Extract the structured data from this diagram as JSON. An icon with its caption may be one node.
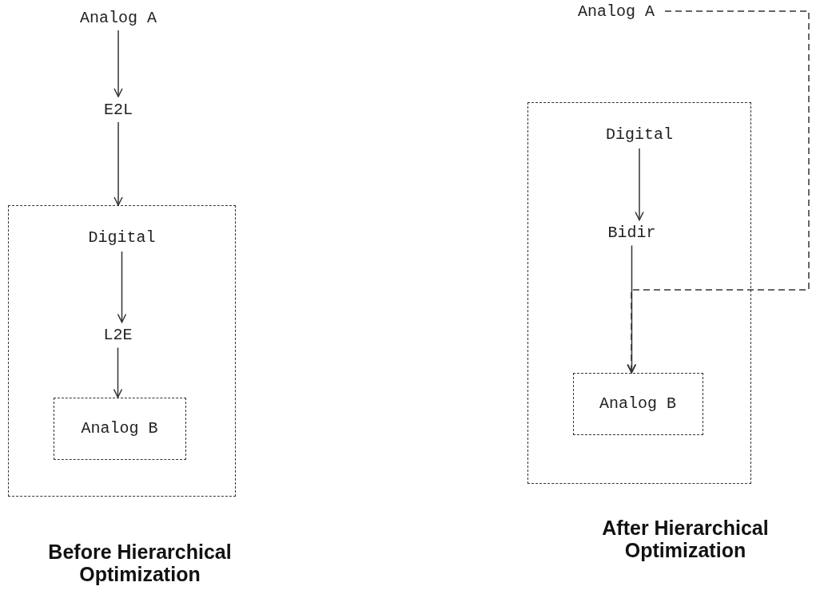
{
  "diagram": {
    "nodes": [
      {
        "text": [
          "Analog A"
        ]
      },
      {
        "text": [
          "E2L"
        ]
      },
      {
        "text": [
          "Digital"
        ]
      },
      {
        "text": [
          "L2E"
        ],
        "in": 2
      },
      {
        "text": [
          "Analog B"
        ],
        "in": 2
      },
      {
        "text": [
          "Analog A"
        ]
      },
      {
        "text": [
          "Digital"
        ]
      },
      {
        "text": [
          "Bidir"
        ],
        "in": 6
      },
      {
        "text": [
          "Analog B"
        ],
        "in": 6
      }
    ],
    "edges": [
      {
        "from": 0,
        "to": 1,
        "arrow": "to"
      },
      {
        "from": 1,
        "to": 2,
        "arrow": "to"
      },
      {
        "from": 2,
        "to": 3,
        "arrow": "to"
      },
      {
        "from": 3,
        "to": 4,
        "arrow": "to"
      },
      {
        "from": 6,
        "to": 7,
        "arrow": "to"
      },
      {
        "from": 7,
        "to": 8,
        "arrow": "to"
      },
      {
        "from": 5,
        "to": 8,
        "arrow": "to",
        "style": "dashed"
      }
    ],
    "labels": [
      "Before Hierarchical Optimization",
      "After Hierarchical Optimization"
    ]
  }
}
